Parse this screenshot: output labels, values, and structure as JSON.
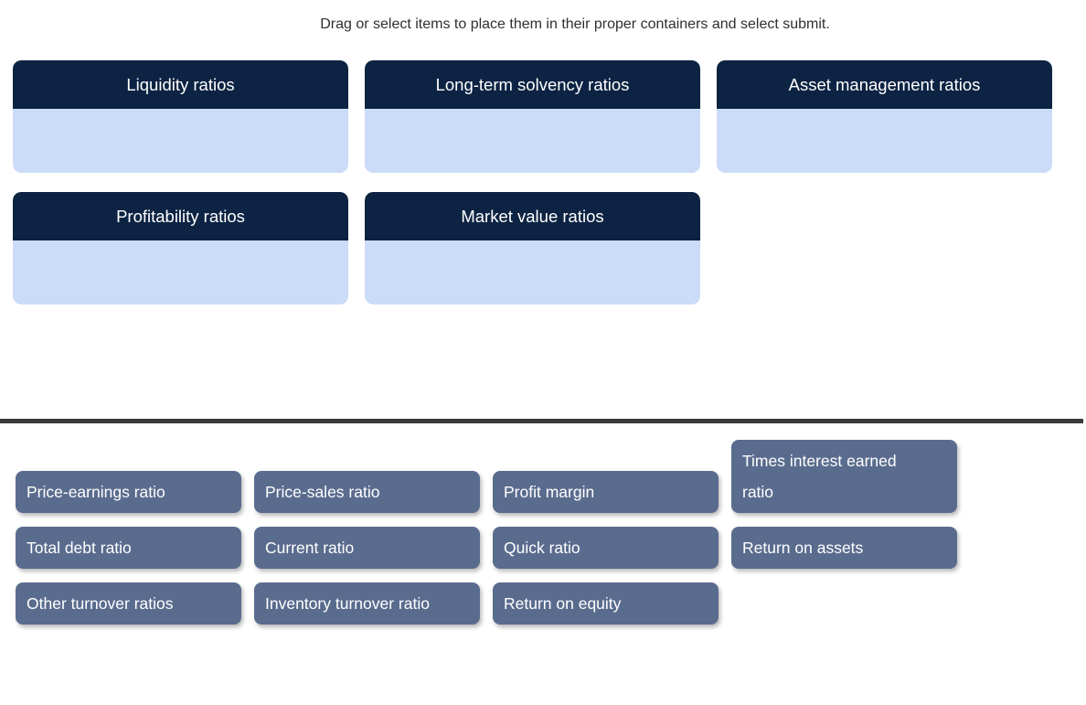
{
  "instruction": "Drag or select items to place them in their proper containers and select submit.",
  "containers": [
    {
      "label": "Liquidity ratios"
    },
    {
      "label": "Long-term solvency ratios"
    },
    {
      "label": "Asset management ratios"
    },
    {
      "label": "Profitability ratios"
    },
    {
      "label": "Market value ratios"
    }
  ],
  "items": [
    "Price-earnings ratio",
    "Price-sales ratio",
    "Profit margin",
    "Times interest earned ratio",
    "Total debt ratio",
    "Current ratio",
    "Quick ratio",
    "Return on assets",
    "Other turnover ratios",
    "Inventory turnover ratio",
    "Return on equity"
  ],
  "colors": {
    "header_navy": "#0d2343",
    "container_body_blue": "#cbdcf8",
    "chip_slate": "#5a6c8e",
    "divider_gray": "#3a3a3a",
    "instruction_text": "#2f2f33",
    "text_white": "#ffffff"
  }
}
